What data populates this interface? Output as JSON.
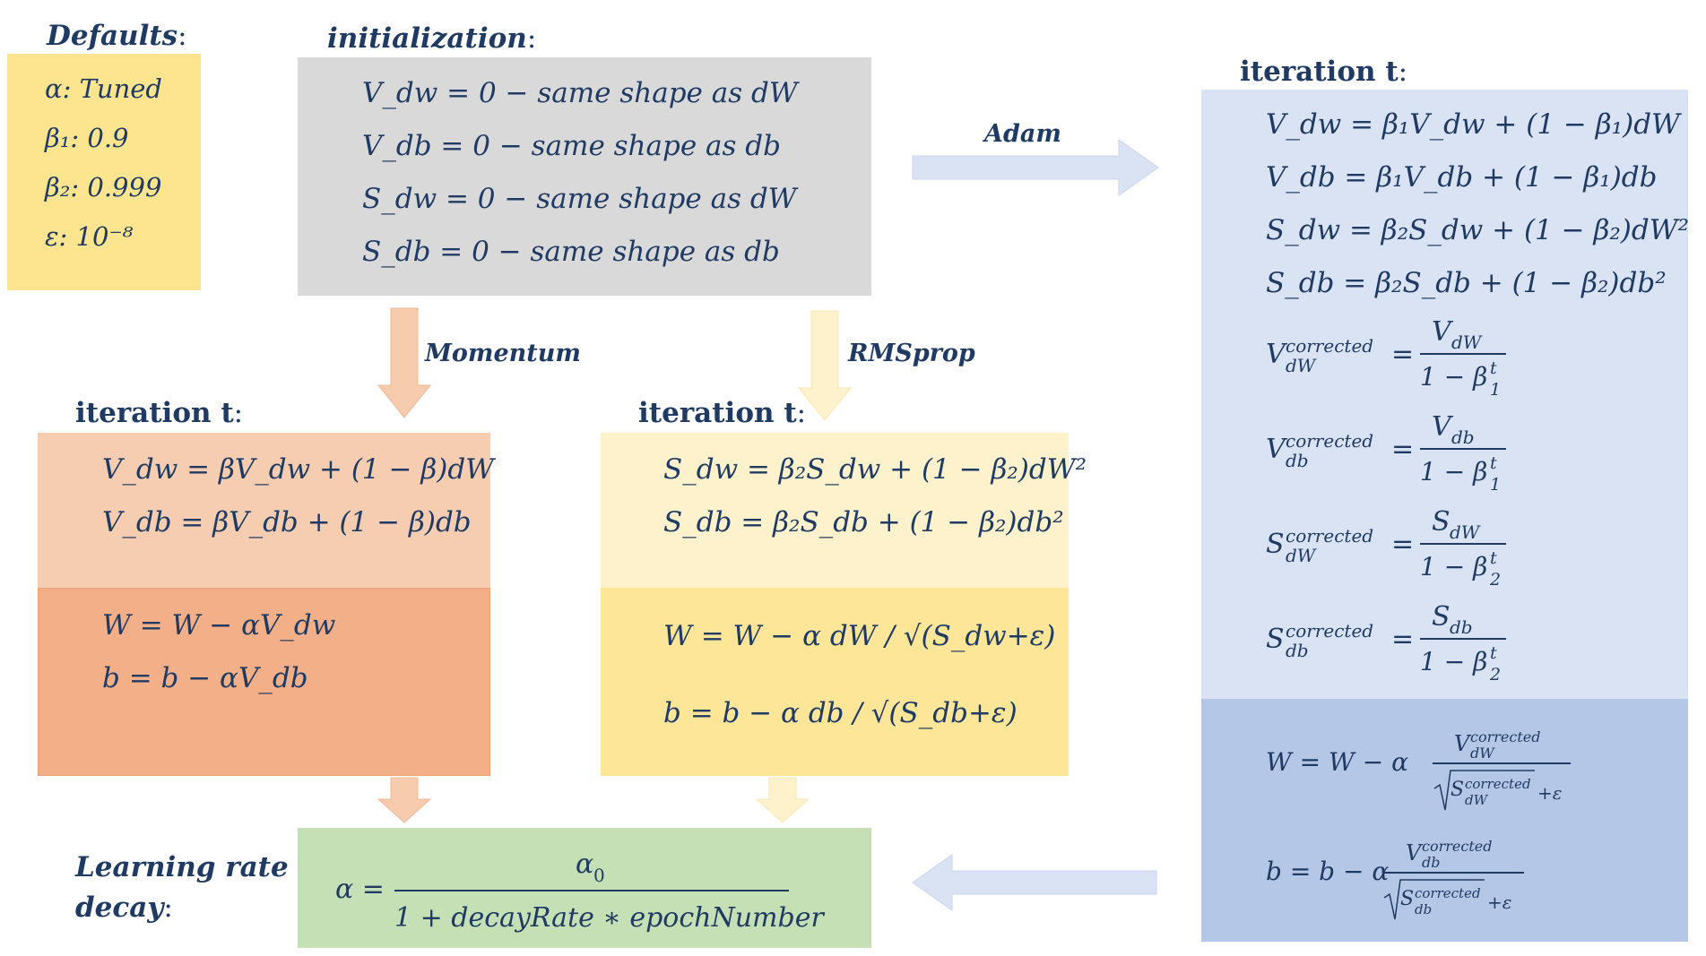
{
  "colors": {
    "defaults_bg": "#fde48f",
    "init_bg": "#d9d9d9",
    "momentum_top_bg": "#f6cdb0",
    "momentum_bottom_bg": "#f3b088",
    "rmsprop_top_bg": "#fef2cc",
    "rmsprop_bottom_bg": "#fee699",
    "adam_top_bg": "#dae3f3",
    "adam_bottom_bg": "#b4c7e7",
    "decay_bg": "#c5e0b4",
    "text": "#1f3b64",
    "arrow_momentum": "#f6cbae",
    "arrow_rmsprop": "#fef2cc",
    "arrow_adam": "#dae3f3"
  },
  "defaults": {
    "title": "Defaults",
    "colon": ":",
    "items": [
      "α: Tuned",
      "β₁: 0.9",
      "β₂: 0.999",
      "ε: 10⁻⁸"
    ]
  },
  "initialization": {
    "title": "initialization",
    "colon": ":",
    "lines": [
      "V_dw = 0 − same shape as dW",
      "V_db = 0 − same shape as db",
      "S_dw = 0 − same shape as dW",
      "S_db = 0 − same shape as db"
    ]
  },
  "arrows": {
    "adam": "Adam",
    "momentum": "Momentum",
    "rmsprop": "RMSprop"
  },
  "momentum": {
    "title": "iteration t",
    "colon": ":",
    "top": [
      "V_dw = βV_dw + (1 − β)dW",
      "V_db = βV_db + (1 − β)db"
    ],
    "bottom": [
      "W = W − αV_dw",
      "b = b − αV_db"
    ]
  },
  "rmsprop": {
    "title": "iteration t",
    "colon": ":",
    "top": [
      "S_dw = β₂S_dw + (1 − β₂)dW²",
      "S_db = β₂S_db + (1 − β₂)db²"
    ],
    "bottom": [
      "W = W − α dW / √(S_dw+ε)",
      "b = b − α db / √(S_db+ε)"
    ]
  },
  "adam": {
    "title": "iteration t",
    "colon": ":",
    "top": [
      "V_dw = β₁V_dw + (1 − β₁)dW",
      "V_db = β₁V_db + (1 − β₁)db",
      "S_dw = β₂S_dw + (1 − β₂)dW²",
      "S_db = β₂S_db + (1 − β₂)db²"
    ],
    "corrected": [
      {
        "lhs": "V",
        "lhs_sub": "dW",
        "sup": "corrected",
        "num": "V",
        "num_sub": "dW",
        "den": "1 − β",
        "den_sub": "1",
        "den_sup": "t"
      },
      {
        "lhs": "V",
        "lhs_sub": "db",
        "sup": "corrected",
        "num": "V",
        "num_sub": "db",
        "den": "1 − β",
        "den_sub": "1",
        "den_sup": "t"
      },
      {
        "lhs": "S",
        "lhs_sub": "dW",
        "sup": "corrected",
        "num": "S",
        "num_sub": "dW",
        "den": "1 − β",
        "den_sub": "2",
        "den_sup": "t"
      },
      {
        "lhs": "S",
        "lhs_sub": "db",
        "sup": "corrected",
        "num": "S",
        "num_sub": "db",
        "den": "1 − β",
        "den_sub": "2",
        "den_sup": "t"
      }
    ],
    "bottom": [
      {
        "lhs": "W = W − α",
        "num": "V",
        "num_sub": "dW",
        "num_sup": "corrected",
        "den": "S",
        "den_sub": "dW",
        "den_sup": "corrected",
        "eps": "+ε"
      },
      {
        "lhs": "b = b − α",
        "num": "V",
        "num_sub": "db",
        "num_sup": "corrected",
        "den": "S",
        "den_sub": "db",
        "den_sup": "corrected",
        "eps": "+ε"
      }
    ]
  },
  "decay": {
    "title_line1": "Learning rate",
    "title_line2": "decay",
    "colon": ":",
    "lhs": "α =",
    "numerator": "α",
    "numerator_sub": "0",
    "denominator": "1 + decayRate ∗ epochNumber"
  }
}
